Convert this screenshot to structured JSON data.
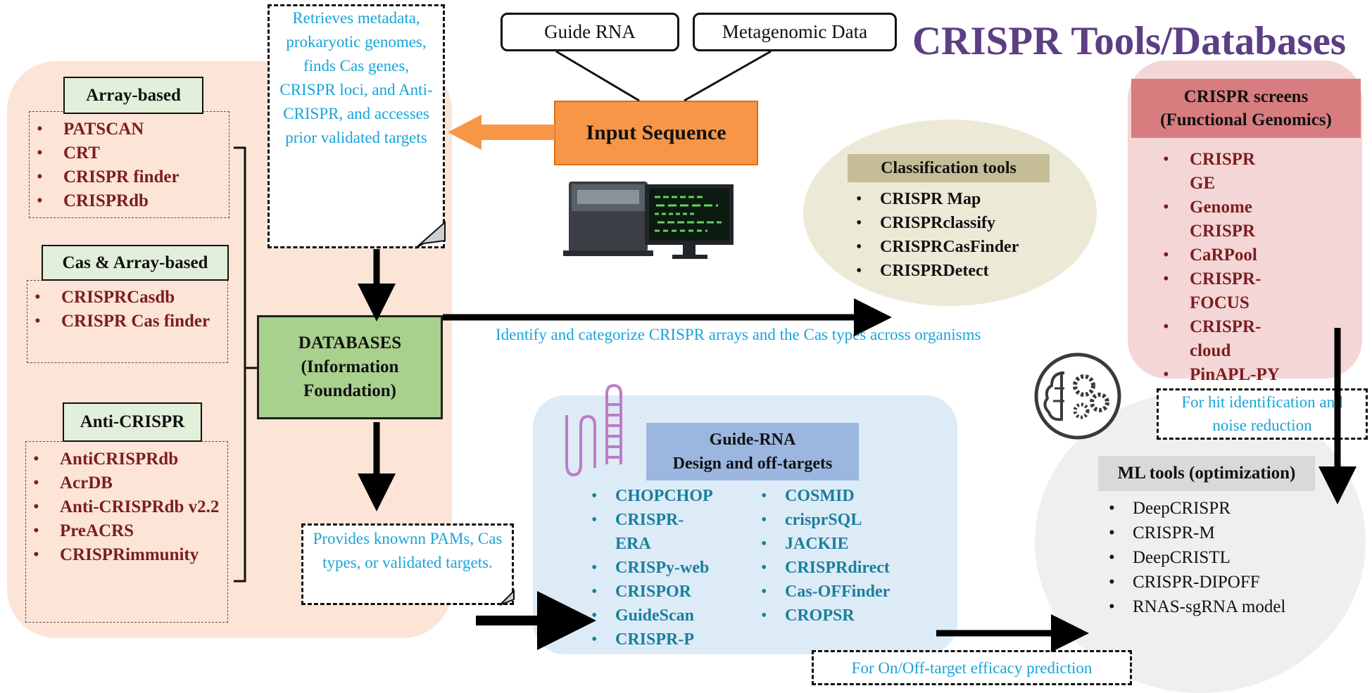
{
  "title": "CRISPR Tools/Databases",
  "colors": {
    "title": "#5c3e85",
    "maroon": "#7b1e1e",
    "teal": "#1a7f9c",
    "cyan": "#1aa3d9",
    "input": "#f79646",
    "databases": "#a9d18e"
  },
  "array_based": {
    "title": "Array-based",
    "items": [
      "PATSCAN",
      "CRT",
      "CRISPR finder",
      "CRISPRdb"
    ]
  },
  "cas_array_based": {
    "title": "Cas & Array-based",
    "items": [
      "CRISPRCasdb",
      "CRISPR Cas finder"
    ]
  },
  "anti_crispr": {
    "title": "Anti-CRISPR",
    "items": [
      "AntiCRISPRdb",
      "AcrDB",
      "Anti-CRISPRdb v2.2",
      "PreACRS",
      "CRISPRimmunity"
    ]
  },
  "databases": {
    "line1": "DATABASES",
    "line2": "(Information",
    "line3": "Foundation)"
  },
  "retrieve_note": "Retrieves metadata, prokaryotic genomes, finds Cas genes, CRISPR loci, and Anti-CRISPR, and accesses prior validated targets",
  "pam_note": "Provides knownn PAMs, Cas types, or validated targets.",
  "inputs": {
    "guide_rna": "Guide RNA",
    "metagenomic": "Metagenomic Data",
    "input_sequence": "Input Sequence"
  },
  "classification": {
    "title": "Classification  tools",
    "items": [
      "CRISPR Map",
      "CRISPRclassify",
      "CRISPRCasFinder",
      "CRISPRDetect"
    ]
  },
  "identify_text": "Identify and categorize CRISPR arrays and the Cas types across organisms",
  "screens": {
    "title_line1": "CRISPR screens",
    "title_line2": "(Functional Genomics)",
    "items": [
      "CRISPR GE",
      "Genome CRISPR",
      "CaRPool",
      "CRISPR-FOCUS",
      "CRISPR-cloud",
      "PinAPL-PY"
    ]
  },
  "hit_note": "For hit identification and noise reduction",
  "guide": {
    "title_line1": "Guide-RNA",
    "title_line2": "Design and off-targets",
    "col1": [
      "CHOPCHOP",
      "CRISPR-ERA",
      "CRISPy-web",
      "CRISPOR",
      "GuideScan",
      "CRISPR-P"
    ],
    "col2": [
      "COSMID",
      "crisprSQL",
      "JACKIE",
      "CRISPRdirect",
      "Cas-OFFinder",
      "CROPSR"
    ]
  },
  "ml": {
    "title": "ML tools (optimization)",
    "items": [
      "DeepCRISPR",
      "CRISPR-M",
      "DeepCRISTL",
      "CRISPR-DIPOFF",
      "RNAS-sgRNA model"
    ]
  },
  "efficacy_note": "For On/Off-target efficacy prediction",
  "icons": [
    "sequencer-computer-icon",
    "brain-gears-icon",
    "rna-hairpin-icon"
  ]
}
